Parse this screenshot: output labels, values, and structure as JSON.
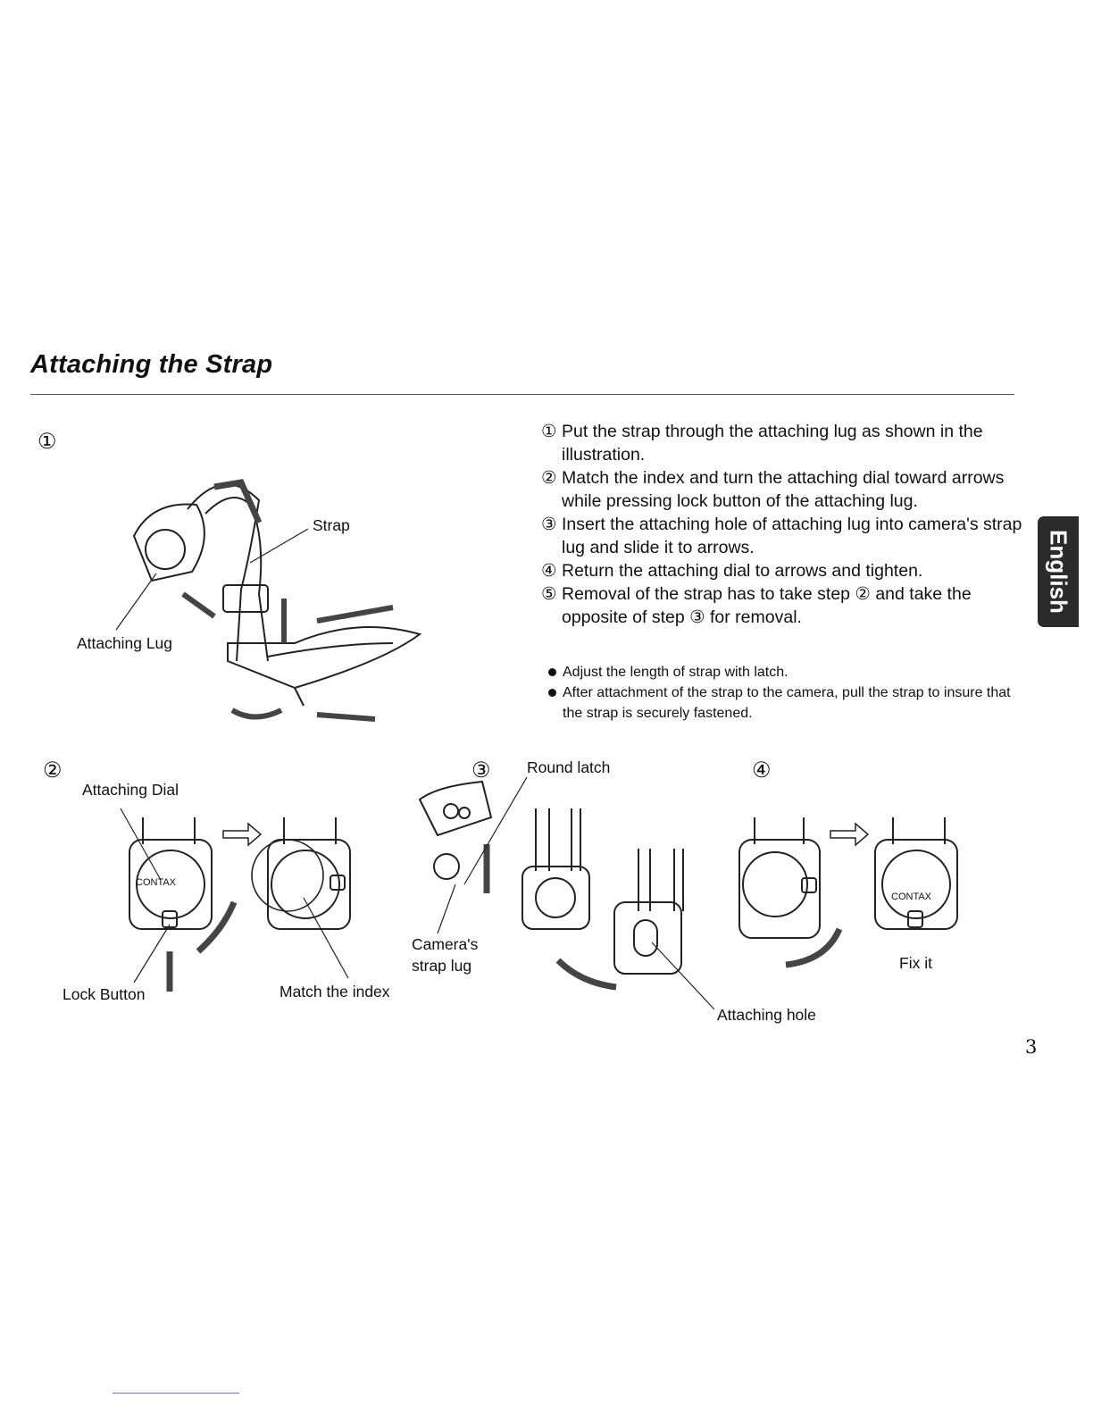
{
  "page": {
    "title": "Attaching the Strap",
    "page_number": "3",
    "side_tab": "English"
  },
  "instructions": [
    {
      "num": "①",
      "text": "Put the strap through the attaching lug as shown in the illustration."
    },
    {
      "num": "②",
      "text": "Match the index and turn the attaching dial toward arrows while pressing lock button of the attaching lug."
    },
    {
      "num": "③",
      "text": "Insert the attaching hole of attaching lug into camera's strap lug and slide it to arrows."
    },
    {
      "num": "④",
      "text": "Return the attaching dial to arrows and tighten."
    },
    {
      "num": "⑤",
      "text": "Removal of the strap has to take step ② and take the opposite of step ③ for removal."
    }
  ],
  "notes": [
    "Adjust the length of strap with latch.",
    "After attachment of the strap to the camera, pull the strap to insure that the strap is securely fastened."
  ],
  "figures": {
    "fig1": {
      "num": "①",
      "strap": "Strap",
      "attaching_lug": "Attaching Lug"
    },
    "fig2": {
      "num": "②",
      "attaching_dial": "Attaching Dial",
      "lock_button": "Lock Button",
      "match_index": "Match the index",
      "dial_text": "CONTAX"
    },
    "fig3": {
      "num": "③",
      "round_latch": "Round latch",
      "cameras_strap_lug_1": "Camera's",
      "cameras_strap_lug_2": "strap lug",
      "attaching_hole": "Attaching hole"
    },
    "fig4": {
      "num": "④",
      "fix_it": "Fix it",
      "dial_text": "CONTAX"
    }
  }
}
